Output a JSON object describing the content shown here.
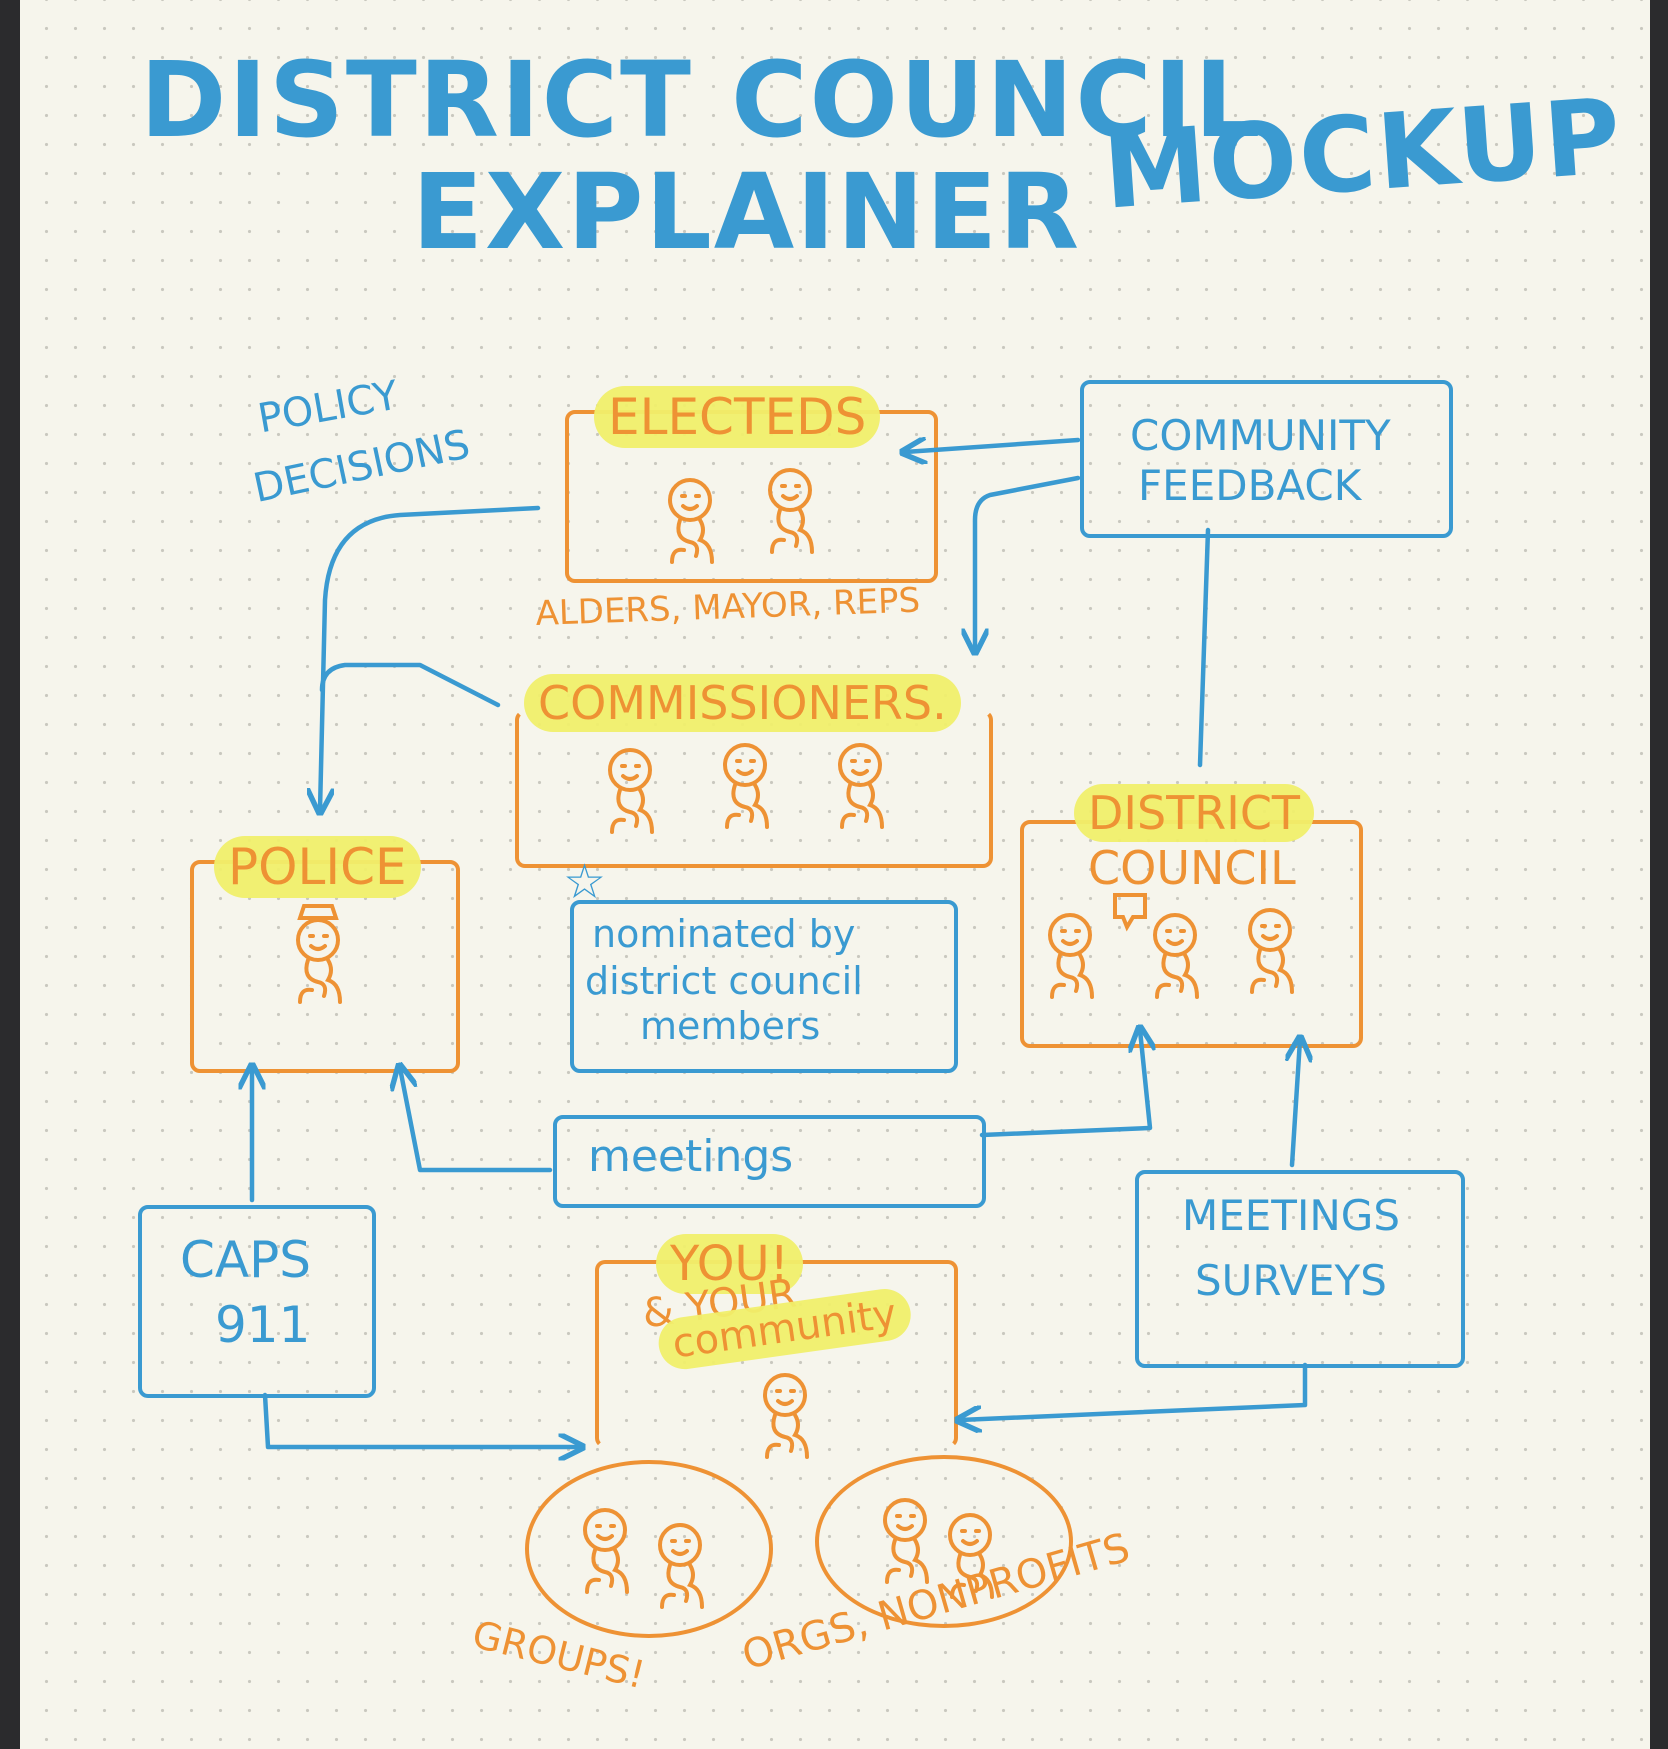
{
  "title": {
    "line1": "DISTRICT COUNCIL",
    "line2": "EXPLAINER",
    "line3": "MOCKUP"
  },
  "labels": {
    "policy_decisions": [
      "POLICY",
      "DECISIONS"
    ],
    "electeds": "ELECTEDS",
    "electeds_caption": "ALDERS, MAYOR, REPS",
    "commissioners": "COMMISSIONERS.",
    "nominated_note": [
      "nominated by",
      "district council",
      "members"
    ],
    "community_feedback": [
      "COMMUNITY",
      "FEEDBACK"
    ],
    "district_council": [
      "DISTRICT",
      "COUNCIL"
    ],
    "police": "POLICE",
    "meetings_box": "meetings",
    "caps": [
      "CAPS",
      "911"
    ],
    "you": [
      "YOU!",
      "& YOUR",
      "community"
    ],
    "meetings_surveys": [
      "MEETINGS",
      "SURVEYS"
    ],
    "groups": "GROUPS!",
    "orgs": "ORGS, NONPROFITS"
  },
  "colors": {
    "blue": "#3a9ad1",
    "orange": "#ee9234",
    "highlight": "#f0ef6c",
    "paper": "#f6f5ec"
  },
  "icons": [
    "person-icon",
    "police-officer-icon",
    "star-icon",
    "speech-bubble-icon",
    "group-icon"
  ]
}
